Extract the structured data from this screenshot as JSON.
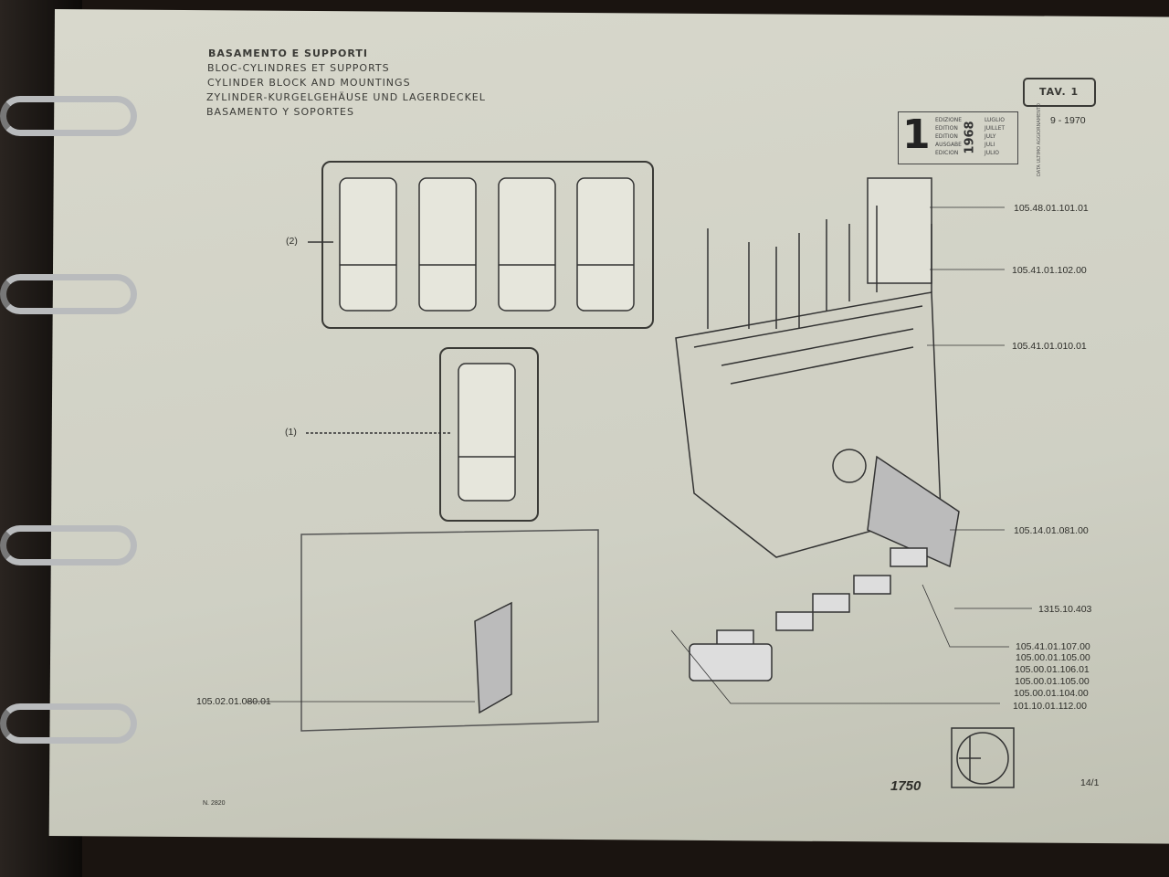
{
  "header": {
    "titles": [
      "BASAMENTO E SUPPORTI",
      "BLOC-CYLINDRES ET SUPPORTS",
      "CYLINDER BLOCK AND MOUNTINGS",
      "ZYLINDER-KURGELGEHÄUSE UND LAGERDECKEL",
      "BASAMENTO Y SOPORTES"
    ],
    "table": "TAV. 1"
  },
  "edition": {
    "number": "1",
    "labels": [
      "EDIZIONE",
      "EDITION",
      "EDITION",
      "AUSGABE",
      "EDICION"
    ],
    "months": [
      "LUGLIO",
      "JUILLET",
      "JULY",
      "JULI",
      "JULIO"
    ],
    "year": "1968",
    "update_label": "DATA ULTIMO AGGIORNAMENTO",
    "update_date": "9 - 1970"
  },
  "callouts": {
    "set2": "(2)",
    "set1": "(1)"
  },
  "parts": {
    "p1": "105.48.01.101.01",
    "p2": "105.41.01.102.00",
    "p3": "105.41.01.010.01",
    "p4": "105.14.01.081.00",
    "p5": "1315.10.403",
    "p6": "105.41.01.107.00",
    "p7": "105.00.01.105.00",
    "p8": "105.00.01.106.01",
    "p9": "105.00.01.105.00",
    "p10": "105.00.01.104.00",
    "p11": "101.10.01.112.00",
    "p12": "105.02.01.080.01"
  },
  "footer": {
    "code": "N. 2820",
    "model": "1750",
    "page": "14/1"
  }
}
